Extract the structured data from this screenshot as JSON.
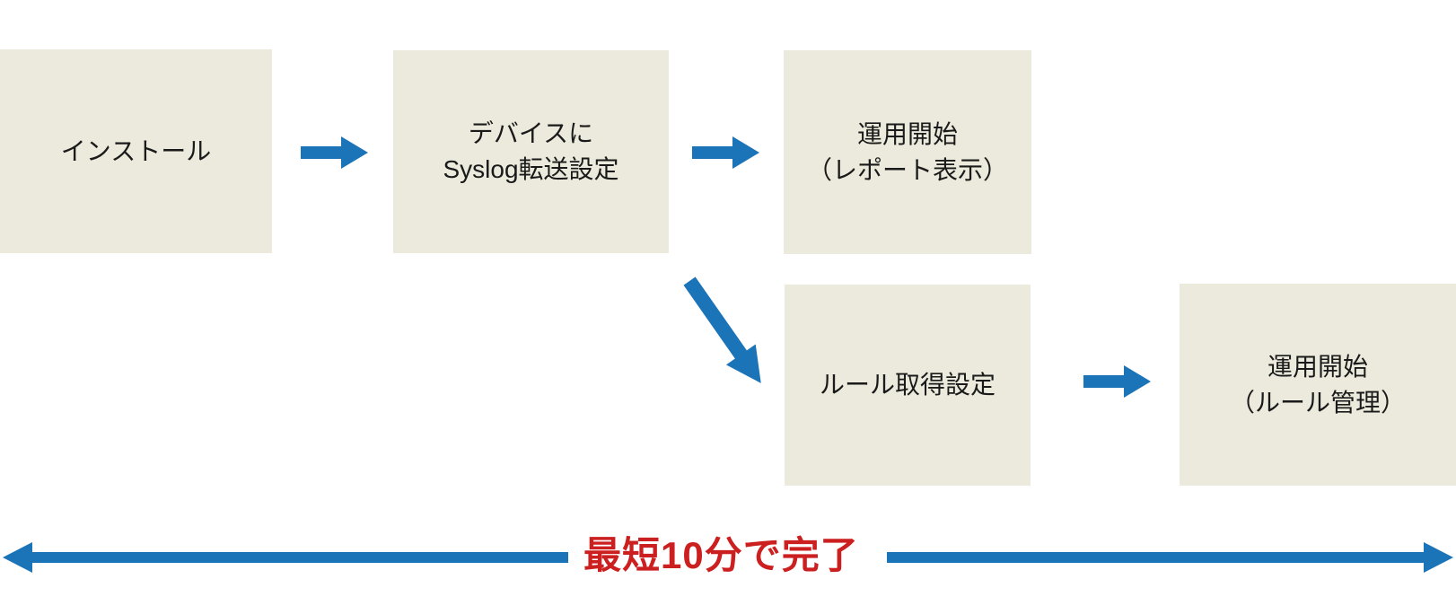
{
  "colors": {
    "background": "#ffffff",
    "box_fill": "#eceadc",
    "text_black": "#1a1a1a",
    "arrow_blue": "#1b73b8",
    "highlight_red": "#cc1f1f"
  },
  "flow": {
    "steps": [
      {
        "id": "install",
        "lines": [
          "インストール"
        ]
      },
      {
        "id": "syslog-forwarding",
        "lines": [
          "デバイスに",
          "Syslog転送設定"
        ]
      },
      {
        "id": "operation-start-report",
        "lines": [
          "運用開始",
          "（レポート表示）"
        ]
      },
      {
        "id": "rule-acquisition",
        "lines": [
          "ルール取得設定"
        ]
      },
      {
        "id": "operation-start-rule",
        "lines": [
          "運用開始",
          "（ルール管理）"
        ]
      }
    ]
  },
  "timeline": {
    "label": "最短10分で完了"
  }
}
